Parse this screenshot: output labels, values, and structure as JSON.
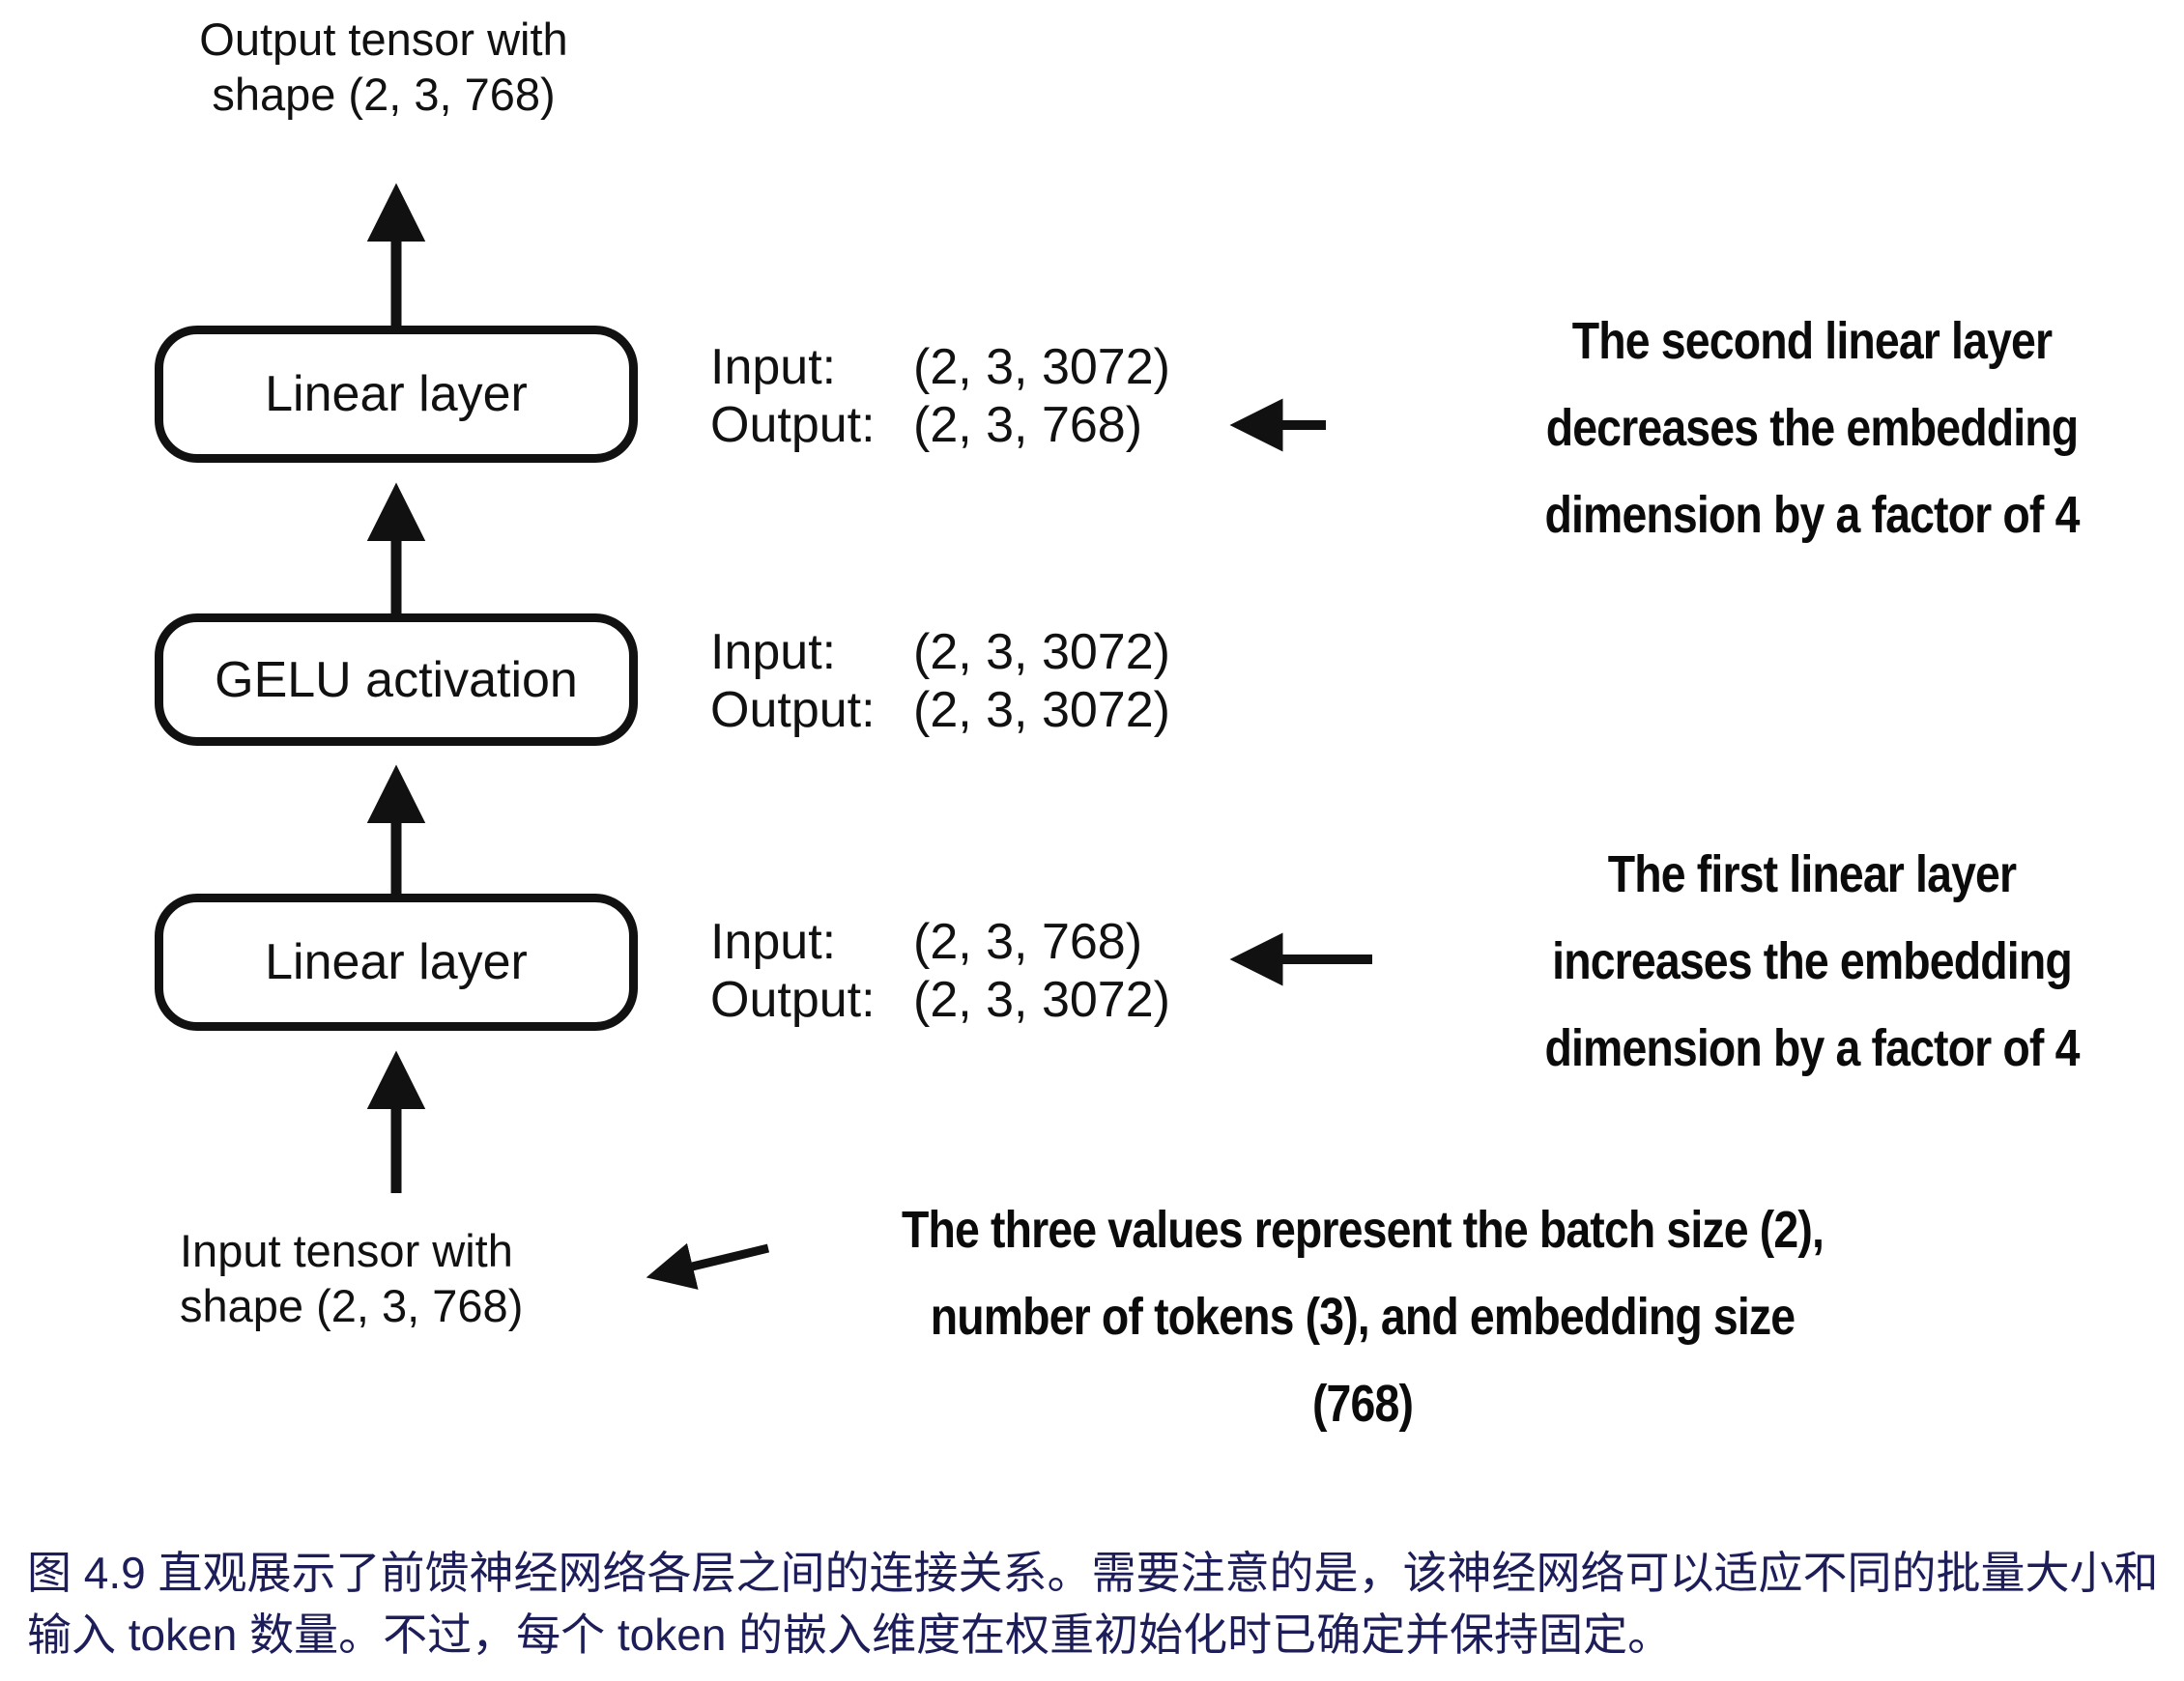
{
  "diagram": {
    "top_label": "Output tensor with\nshape (2, 3, 768)",
    "bottom_label": "Input tensor with\nshape (2, 3, 768)",
    "boxes": [
      {
        "label": "Linear layer"
      },
      {
        "label": "GELU activation"
      },
      {
        "label": "Linear layer"
      }
    ],
    "io_blocks": [
      {
        "rows": [
          {
            "label": "Input:",
            "value": "(2, 3, 3072)"
          },
          {
            "label": "Output:",
            "value": "(2, 3, 768)"
          }
        ]
      },
      {
        "rows": [
          {
            "label": "Input:",
            "value": "(2, 3, 3072)"
          },
          {
            "label": "Output:",
            "value": "(2, 3, 3072)"
          }
        ]
      },
      {
        "rows": [
          {
            "label": "Input:",
            "value": "(2, 3, 768)"
          },
          {
            "label": "Output:",
            "value": "(2, 3, 3072)"
          }
        ]
      }
    ],
    "annotations": {
      "second_linear": "The second linear layer\ndecreases the embedding\ndimension by a factor of 4",
      "first_linear": "The first linear layer\nincreases the embedding\ndimension by a factor of 4",
      "input_tensor": "The three values represent the batch size (2),\nnumber of tokens (3), and embedding size\n(768)"
    }
  },
  "caption": {
    "text": "图 4.9 直观展示了前馈神经网络各层之间的连接关系。需要注意的是，该神经网络可以适应不同的批量大小和\n输入 token 数量。不过，每个 token 的嵌入维度在权重初始化时已确定并保持固定。",
    "color": "#1d1d5a"
  },
  "colors": {
    "diagram_ink": "#111111",
    "background": "#ffffff"
  }
}
